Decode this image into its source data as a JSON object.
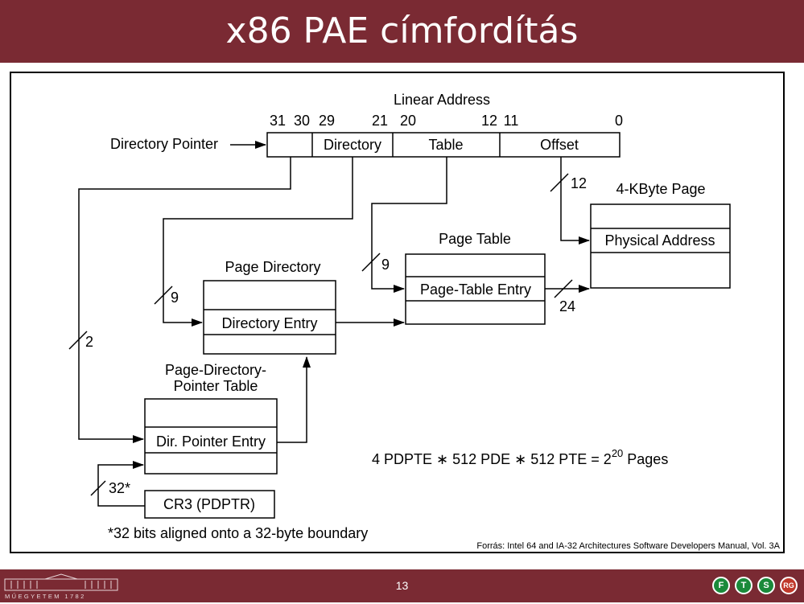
{
  "slide": {
    "title": "x86 PAE címfordítás",
    "page_number": "13"
  },
  "diagram": {
    "linear_address": "Linear Address",
    "bits": {
      "b31": "31",
      "b30": "30",
      "b29": "29",
      "b21": "21",
      "b20": "20",
      "b12": "12",
      "b11": "11",
      "b0": "0"
    },
    "field_directory": "Directory",
    "field_table": "Table",
    "field_offset": "Offset",
    "directory_pointer": "Directory Pointer",
    "page_4k": "4-KByte Page",
    "physical_address": "Physical Address",
    "page_table": "Page Table",
    "page_table_entry": "Page-Table Entry",
    "page_directory": "Page Directory",
    "directory_entry": "Directory Entry",
    "pdpt_title_line1": "Page-Directory-",
    "pdpt_title_line2": "Pointer Table",
    "dir_pointer_entry": "Dir. Pointer Entry",
    "cr3": "CR3 (PDPTR)",
    "width_12": "12",
    "width_9a": "9",
    "width_9b": "9",
    "width_24": "24",
    "width_2": "2",
    "width_32": "32*",
    "footnote": "*32 bits aligned onto a 32-byte boundary",
    "formula_main": "4 PDPTE ∗ 512 PDE ∗ 512 PTE = 2",
    "formula_exp": "20",
    "formula_tail": " Pages",
    "source": "Forrás: Intel 64 and IA-32 Architectures Software Developers Manual, Vol. 3A"
  },
  "footer": {
    "logo_text": "MŰEGYETEM 1782",
    "badges": [
      "F",
      "T",
      "S",
      "RG"
    ],
    "badge_colors": [
      "#1a8a3a",
      "#1a8a3a",
      "#1a8a3a",
      "#c0392b"
    ]
  }
}
